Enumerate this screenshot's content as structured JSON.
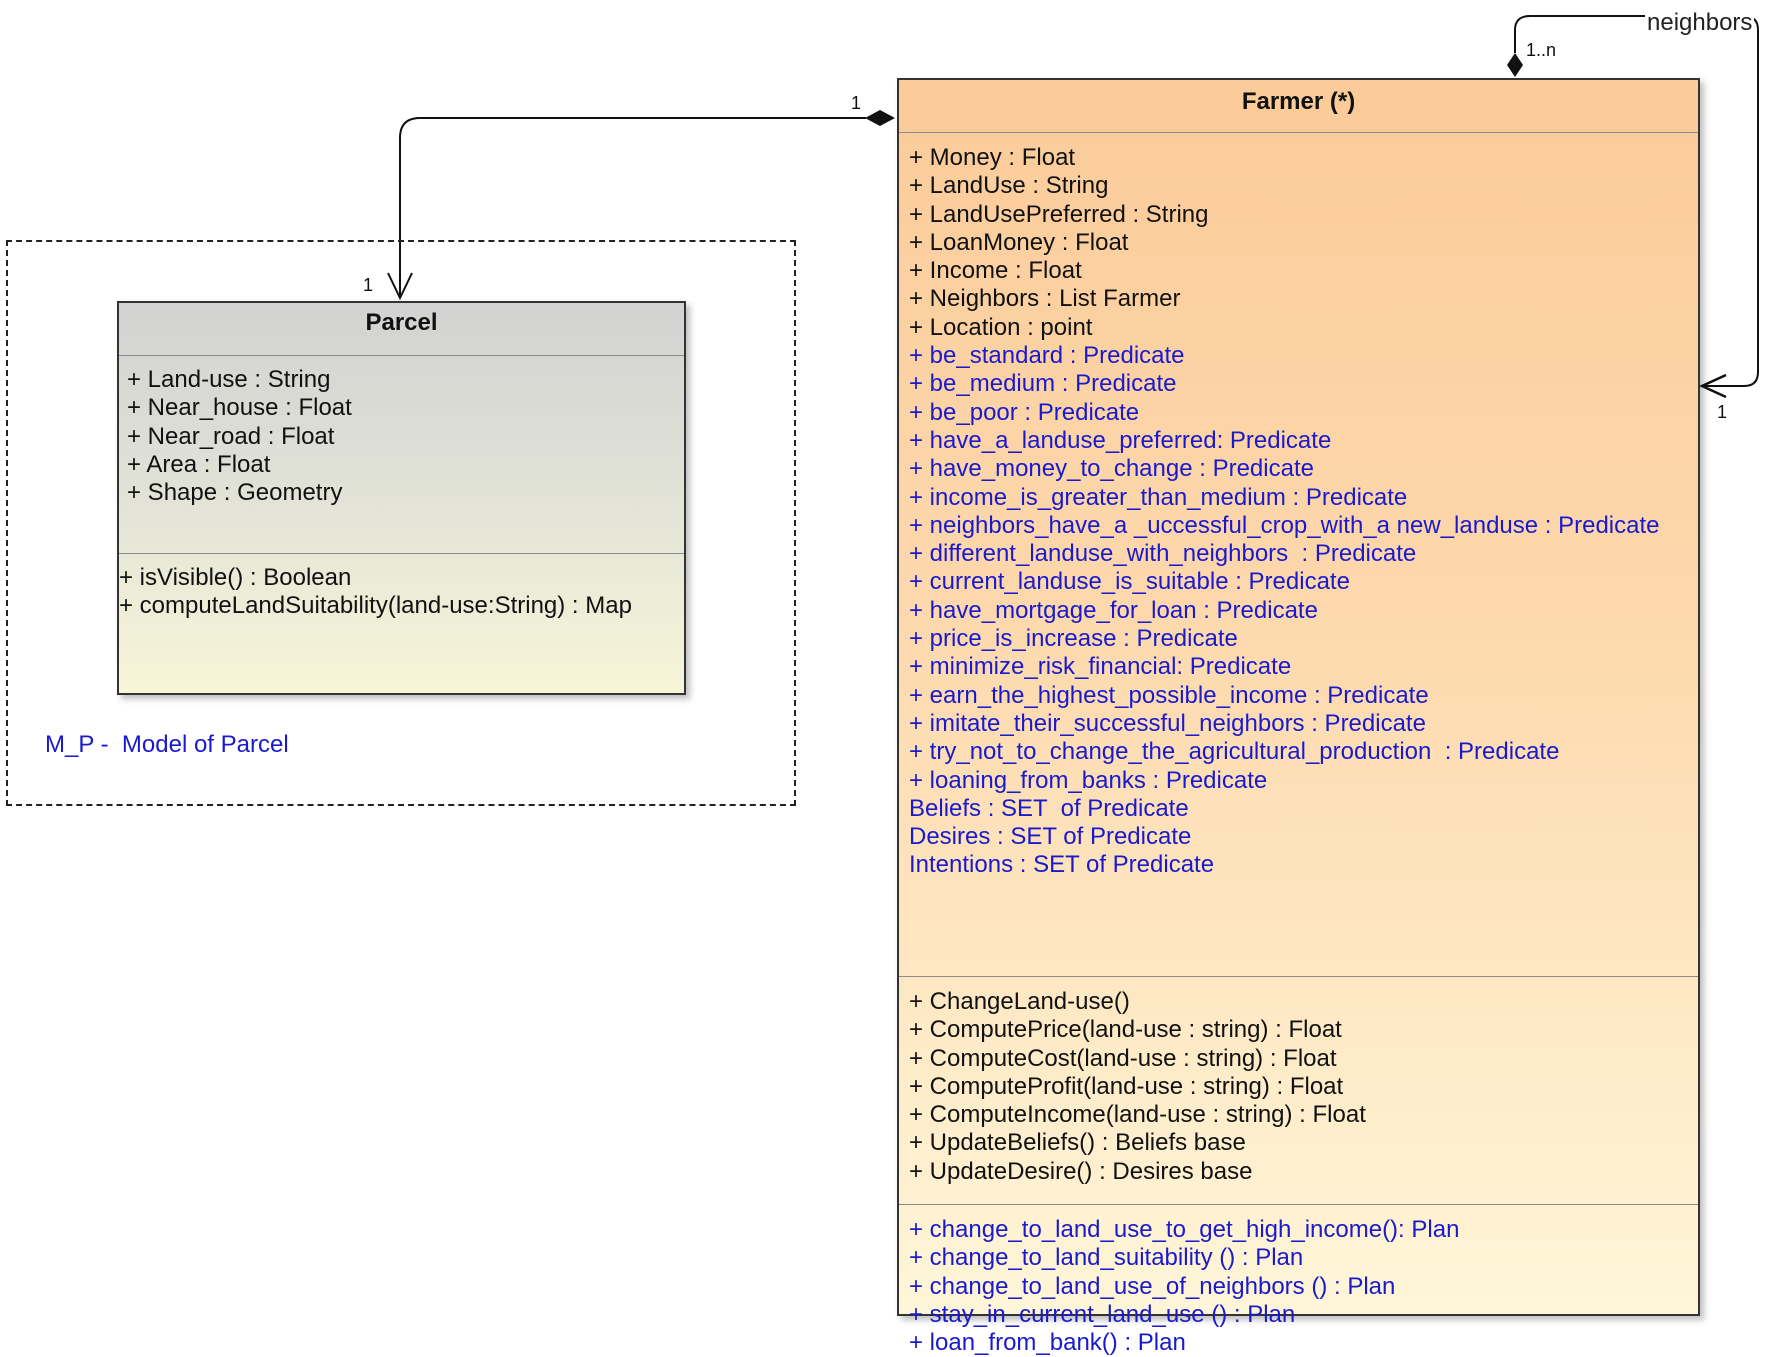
{
  "package": {
    "label": "M_P -  Model of Parcel"
  },
  "parcel": {
    "title": "Parcel",
    "attributes": [
      "+ Land-use : String",
      "+ Near_house : Float",
      "+ Near_road : Float",
      "+ Area : Float",
      "+ Shape : Geometry"
    ],
    "operations": [
      "+ isVisible() : Boolean",
      "+ computeLandSuitability(land-use:String) : Map"
    ]
  },
  "farmer": {
    "title": "Farmer (*)",
    "attributes": [
      {
        "text": "+ Money : Float",
        "blue": false
      },
      {
        "text": "+ LandUse : String",
        "blue": false
      },
      {
        "text": "+ LandUsePreferred : String",
        "blue": false
      },
      {
        "text": "+ LoanMoney : Float",
        "blue": false
      },
      {
        "text": "+ Income : Float",
        "blue": false
      },
      {
        "text": "+ Neighbors : List Farmer",
        "blue": false
      },
      {
        "text": "+ Location : point",
        "blue": false
      },
      {
        "text": "+ be_standard : Predicate",
        "blue": true
      },
      {
        "text": "+ be_medium : Predicate",
        "blue": true
      },
      {
        "text": "+ be_poor : Predicate",
        "blue": true
      },
      {
        "text": "+ have_a_landuse_preferred: Predicate",
        "blue": true
      },
      {
        "text": "+ have_money_to_change : Predicate",
        "blue": true
      },
      {
        "text": "+ income_is_greater_than_medium : Predicate",
        "blue": true
      },
      {
        "text": "+ neighbors_have_a _uccessful_crop_with_a new_landuse : Predicate",
        "blue": true
      },
      {
        "text": "+ different_landuse_with_neighbors  : Predicate",
        "blue": true
      },
      {
        "text": "+ current_landuse_is_suitable : Predicate",
        "blue": true
      },
      {
        "text": "+ have_mortgage_for_loan : Predicate",
        "blue": true
      },
      {
        "text": "+ price_is_increase : Predicate",
        "blue": true
      },
      {
        "text": "+ minimize_risk_financial: Predicate",
        "blue": true
      },
      {
        "text": "+ earn_the_highest_possible_income : Predicate",
        "blue": true
      },
      {
        "text": "+ imitate_their_successful_neighbors : Predicate",
        "blue": true
      },
      {
        "text": "+ try_not_to_change_the_agricultural_production  : Predicate",
        "blue": true
      },
      {
        "text": "+ loaning_from_banks : Predicate",
        "blue": true
      },
      {
        "text": "Beliefs : SET  of Predicate",
        "blue": true
      },
      {
        "text": "Desires : SET of Predicate",
        "blue": true
      },
      {
        "text": "Intentions : SET of Predicate",
        "blue": true
      }
    ],
    "operations": [
      "+ ChangeLand-use()",
      "+ ComputePrice(land-use : string) : Float",
      "+ ComputeCost(land-use : string) : Float",
      "+ ComputeProfit(land-use : string) : Float",
      "+ ComputeIncome(land-use : string) : Float",
      "+ UpdateBeliefs() : Beliefs base",
      "+ UpdateDesire() : Desires base"
    ],
    "plans": [
      "+ change_to_land_use_to_get_high_income(): Plan",
      "+ change_to_land_suitability () : Plan",
      "+ change_to_land_use_of_neighbors () : Plan",
      "+ stay_in_current_land_use () : Plan",
      "+ loan_from_bank() : Plan"
    ]
  },
  "associations": {
    "farmer_parcel": {
      "source_multiplicity": "1",
      "target_multiplicity": "1"
    },
    "neighbors": {
      "label": "neighbors",
      "source_multiplicity": "1..n",
      "target_multiplicity": "1"
    }
  },
  "colors": {
    "predicate_text": "#1a1acc",
    "farmer_fill_top": "#fbcb99",
    "farmer_fill_bottom": "#fef6d8",
    "parcel_fill_top": "#d2d2d2",
    "parcel_fill_bottom": "#f7f6d9"
  }
}
